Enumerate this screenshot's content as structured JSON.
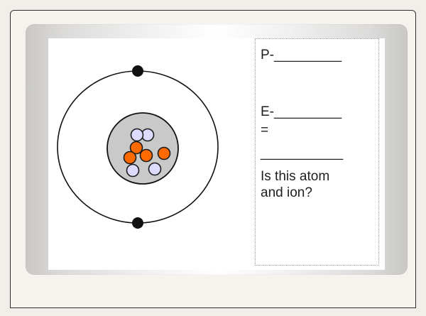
{
  "slide": {
    "diagram": {
      "nucleus_particles": [
        {
          "type": "proton",
          "color": "#ff6a00"
        },
        {
          "type": "proton",
          "color": "#ff6a00"
        },
        {
          "type": "proton",
          "color": "#ff6a00"
        },
        {
          "type": "proton",
          "color": "#ff6a00"
        },
        {
          "type": "neutron",
          "color": "#dddcff"
        },
        {
          "type": "neutron",
          "color": "#dddcff"
        },
        {
          "type": "neutron",
          "color": "#dddcff"
        },
        {
          "type": "neutron",
          "color": "#dddcff"
        }
      ],
      "electrons": [
        {
          "label": "top-electron"
        },
        {
          "label": "bottom-electron"
        }
      ],
      "colors": {
        "nucleus_fill": "#c9c9c9",
        "orbit_stroke": "#111111",
        "proton_fill": "#ff6a00",
        "neutron_fill": "#dddcff",
        "particle_stroke": "#1c1c1c",
        "electron_fill": "#111111"
      }
    },
    "answers": {
      "proton_line": "P-_________",
      "electron_line": "E-_________",
      "equals_line": "=",
      "separator_line": "___________",
      "question_line_1": "Is this atom",
      "question_line_2": "and ion?"
    }
  }
}
